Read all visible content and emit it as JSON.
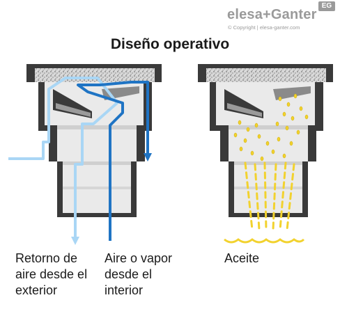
{
  "brand": {
    "logo_text": "elesa+Ganter",
    "logo_badge": "EG",
    "copyright": "© Copyright | elesa-ganter.com"
  },
  "title": "Diseño operativo",
  "labels": {
    "left": "Retorno de aire desde el exterior",
    "middle": "Aire o vapor desde el interior",
    "right": "Aceite"
  },
  "colors": {
    "body_dark": "#3a3a3a",
    "body_light": "#e8e8e8",
    "air_return": "#a9d6f5",
    "air_out": "#1f74c4",
    "oil": "#f2d22e"
  }
}
